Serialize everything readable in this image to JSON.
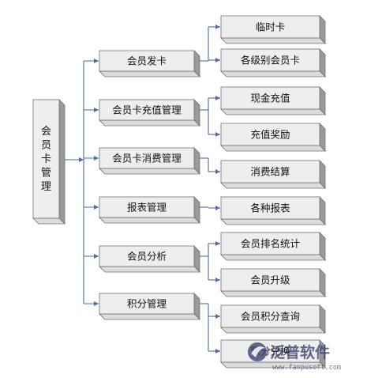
{
  "root": {
    "label": "会员卡管理"
  },
  "categories": [
    {
      "label": "会员发卡",
      "children": [
        "临时卡",
        "各级别会员卡"
      ]
    },
    {
      "label": "会员卡充值管理",
      "children": [
        "现金充值",
        "充值奖励"
      ]
    },
    {
      "label": "会员卡消费管理",
      "children": [
        "消费结算"
      ]
    },
    {
      "label": "报表管理",
      "children": [
        "各种报表"
      ]
    },
    {
      "label": "会员分析",
      "children": [
        "会员排名统计",
        "会员升级"
      ]
    },
    {
      "label": "积分管理",
      "children": [
        "会员积分查询",
        "积分兑换"
      ]
    }
  ],
  "watermark": {
    "brand": "泛普软件",
    "url": "www.fanpusoft.com"
  },
  "colors": {
    "box_front": "#eeeeee",
    "box_side": "#9a9a9a",
    "box_top": "#dcdcdc",
    "box_border": "#707070",
    "connector": "#4a6fa5",
    "logo": "#3a3f6a"
  }
}
